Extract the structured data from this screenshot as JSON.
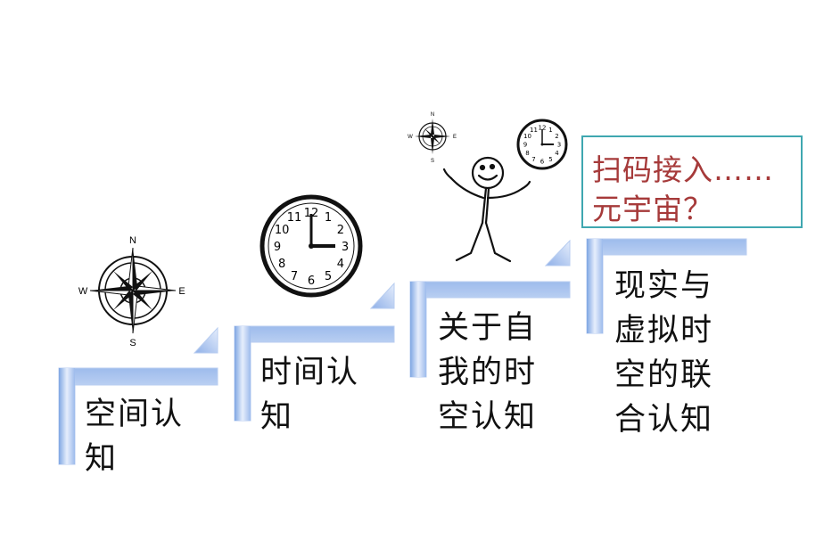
{
  "steps": [
    {
      "label": "空间认\n知",
      "icon": "compass-icon"
    },
    {
      "label": "时间认\n知",
      "icon": "clock-icon"
    },
    {
      "label": "关于自\n我的时\n空认知",
      "icon": "stick-figure-juggling-icon"
    },
    {
      "label": "现实与\n虚拟时\n空的联\n合认知",
      "icon": "none"
    }
  ],
  "callout": {
    "line1": "扫码接入……",
    "line2": "元宇宙？",
    "border_color": "#3fa7b0",
    "text_color": "#a63a3a"
  },
  "compass": {
    "north": "N",
    "south": "S",
    "east": "E",
    "west": "W"
  },
  "clock": {
    "numbers": [
      "12",
      "1",
      "2",
      "3",
      "4",
      "5",
      "6",
      "7",
      "8",
      "9",
      "10",
      "11"
    ],
    "time": "3:00"
  },
  "colors": {
    "step_fill": "#a9c4ee",
    "step_highlight": "#eef4fd"
  }
}
